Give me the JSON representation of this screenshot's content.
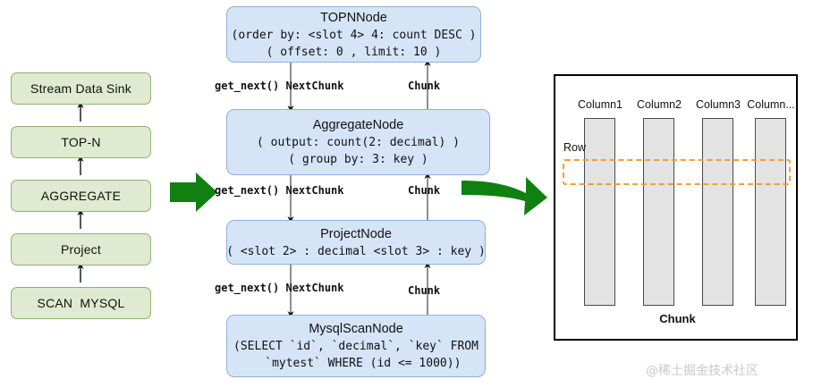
{
  "diagram": {
    "title": "StarRocks query plan to executor pipeline",
    "colors": {
      "plan_fill": "#dfead0",
      "plan_stroke": "#90b070",
      "exec_fill": "#d6e4f8",
      "exec_stroke": "#8fb0d9",
      "green_arrow": "#108010",
      "row_highlight": "#f0a030",
      "column_fill": "#e3e3e3",
      "panel_stroke": "#000000"
    }
  },
  "plan": {
    "name": "logical-plan-stack",
    "nodes": [
      {
        "label": "Stream Data Sink"
      },
      {
        "label": "TOP-N"
      },
      {
        "label": "AGGREGATE"
      },
      {
        "label": "Project"
      },
      {
        "label": "SCAN  MYSQL"
      }
    ]
  },
  "executor": {
    "name": "executor-node-stack",
    "nodes": [
      {
        "title": "TOPNNode",
        "lines": [
          "(order by: <slot 4> 4: count DESC )",
          "( offset: 0 , limit: 10 )"
        ]
      },
      {
        "title": "AggregateNode",
        "lines": [
          "( output: count(2: decimal) )",
          "( group by: 3: key )"
        ]
      },
      {
        "title": "ProjectNode",
        "lines": [
          "( <slot 2> : decimal <slot 3> : key )"
        ]
      },
      {
        "title": "MysqlScanNode",
        "lines": [
          "(SELECT `id`, `decimal`, `key` FROM",
          "  `mytest` WHERE (id <= 1000))"
        ]
      }
    ],
    "edges": [
      {
        "down_label": "get_next() NextChunk",
        "up_label": "Chunk"
      },
      {
        "down_label": "get_next() NextChunk",
        "up_label": "Chunk"
      },
      {
        "down_label": "get_next() NextChunk",
        "up_label": "Chunk"
      }
    ]
  },
  "chunk": {
    "name": "chunk-panel",
    "columns": [
      "Column1",
      "Column2",
      "Column3",
      "Column..."
    ],
    "row_label": "Row",
    "caption": "Chunk"
  },
  "arrows": {
    "plan_to_executor": "green-right-arrow",
    "executor_to_chunk": "green-curved-right-arrow"
  },
  "watermark": {
    "text": "@稀土掘金技术社区"
  }
}
